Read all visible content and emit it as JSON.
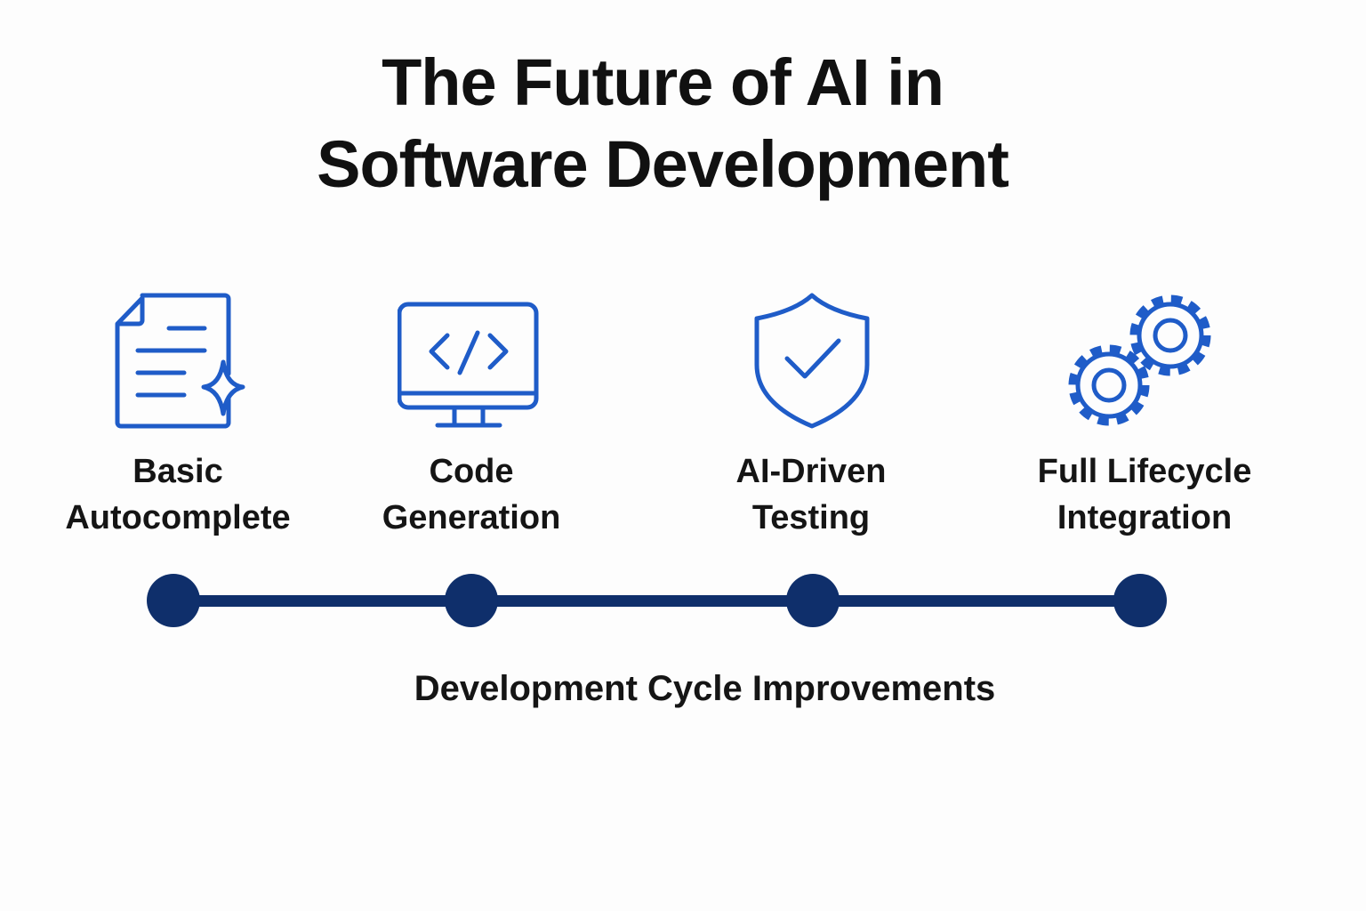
{
  "title": {
    "line1": "The Future of AI in",
    "line2": "Software Development"
  },
  "stages": [
    {
      "line1": "Basic",
      "line2": "Autocomplete",
      "icon": "document-sparkle-icon"
    },
    {
      "line1": "Code",
      "line2": "Generation",
      "icon": "monitor-code-icon"
    },
    {
      "line1": "AI-Driven",
      "line2": "Testing",
      "icon": "shield-check-icon"
    },
    {
      "line1": "Full Lifecycle",
      "line2": "Integration",
      "icon": "gears-icon"
    }
  ],
  "caption": "Development Cycle Improvements",
  "colors": {
    "icon": "#1f5cc8",
    "timeline": "#0f2f6b"
  }
}
